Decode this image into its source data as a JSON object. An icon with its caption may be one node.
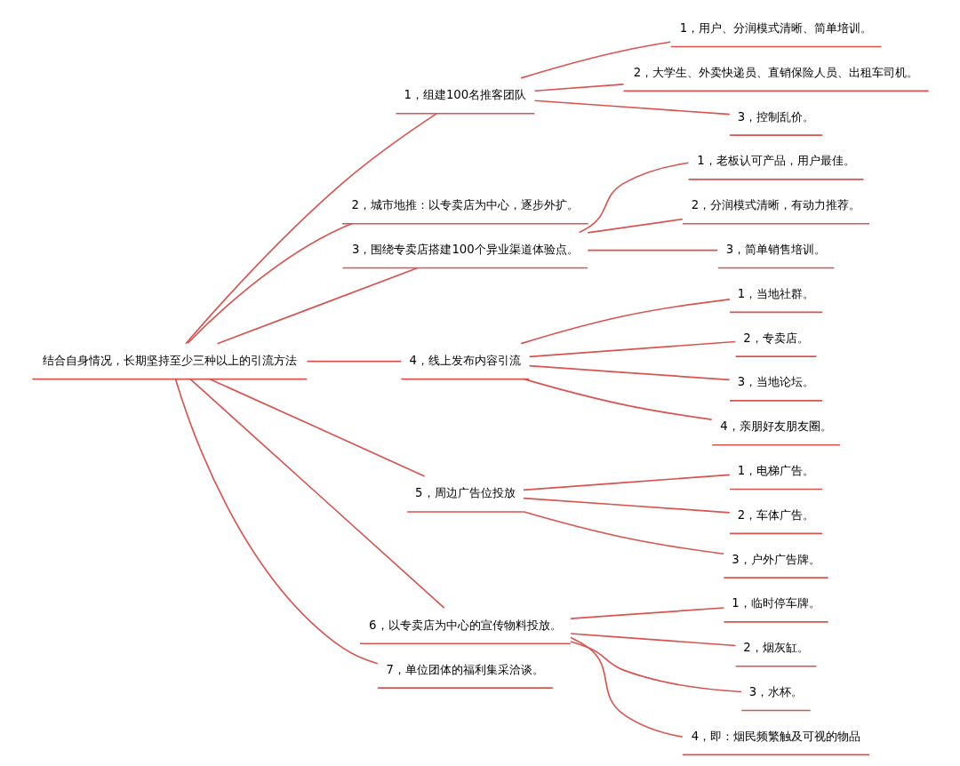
{
  "diagram": {
    "nodes": [
      {
        "text": [
          "结合自身情况，长期坚持至少三种以上的引流方法"
        ]
      },
      {
        "text": [
          "1，组建100名推客团队"
        ]
      },
      {
        "text": [
          "1，用户、分润模式清晰、简单培训。"
        ]
      },
      {
        "text": [
          "2，大学生、外卖快递员、直销保险人员、出租车司机。"
        ]
      },
      {
        "text": [
          "3，控制乱价。"
        ]
      },
      {
        "text": [
          "2，城市地推：以专卖店为中心，逐步外扩。"
        ]
      },
      {
        "text": [
          "3，围绕专卖店搭建100个异业渠道体验点。"
        ]
      },
      {
        "text": [
          "1，老板认可产品，用户最佳。"
        ]
      },
      {
        "text": [
          "2，分润模式清晰，有动力推荐。"
        ]
      },
      {
        "text": [
          "3，简单销售培训。"
        ]
      },
      {
        "text": [
          "4，线上发布内容引流"
        ]
      },
      {
        "text": [
          "1，当地社群。"
        ]
      },
      {
        "text": [
          "2，专卖店。"
        ]
      },
      {
        "text": [
          "3，当地论坛。"
        ]
      },
      {
        "text": [
          "4，亲朋好友朋友圈。"
        ]
      },
      {
        "text": [
          "5，周边广告位投放"
        ]
      },
      {
        "text": [
          "1，电梯广告。"
        ]
      },
      {
        "text": [
          "2，车体广告。"
        ]
      },
      {
        "text": [
          "3，户外广告牌。"
        ]
      },
      {
        "text": [
          "6，以专卖店为中心的宣传物料投放。"
        ]
      },
      {
        "text": [
          "1，临时停车牌。"
        ]
      },
      {
        "text": [
          "2，烟灰缸。"
        ]
      },
      {
        "text": [
          "3，水杯。"
        ]
      },
      {
        "text": [
          "4，即：烟民频繁触及可视的物品"
        ]
      },
      {
        "text": [
          "7，单位团体的福利集采洽谈。"
        ]
      }
    ],
    "edges": [
      {
        "from": 0,
        "to": 1,
        "arrow": "none"
      },
      {
        "from": 1,
        "to": 2,
        "arrow": "none"
      },
      {
        "from": 1,
        "to": 3,
        "arrow": "none"
      },
      {
        "from": 1,
        "to": 4,
        "arrow": "none"
      },
      {
        "from": 0,
        "to": 5,
        "arrow": "none"
      },
      {
        "from": 0,
        "to": 6,
        "arrow": "none"
      },
      {
        "from": 6,
        "to": 7,
        "arrow": "none"
      },
      {
        "from": 6,
        "to": 8,
        "arrow": "none"
      },
      {
        "from": 6,
        "to": 9,
        "arrow": "none"
      },
      {
        "from": 0,
        "to": 10,
        "arrow": "none"
      },
      {
        "from": 10,
        "to": 11,
        "arrow": "none"
      },
      {
        "from": 10,
        "to": 12,
        "arrow": "none"
      },
      {
        "from": 10,
        "to": 13,
        "arrow": "none"
      },
      {
        "from": 10,
        "to": 14,
        "arrow": "none"
      },
      {
        "from": 0,
        "to": 15,
        "arrow": "none"
      },
      {
        "from": 15,
        "to": 16,
        "arrow": "none"
      },
      {
        "from": 15,
        "to": 17,
        "arrow": "none"
      },
      {
        "from": 15,
        "to": 18,
        "arrow": "none"
      },
      {
        "from": 0,
        "to": 19,
        "arrow": "none"
      },
      {
        "from": 19,
        "to": 20,
        "arrow": "none"
      },
      {
        "from": 19,
        "to": 21,
        "arrow": "none"
      },
      {
        "from": 19,
        "to": 22,
        "arrow": "none"
      },
      {
        "from": 19,
        "to": 23,
        "arrow": "none"
      },
      {
        "from": 0,
        "to": 24,
        "arrow": "none"
      }
    ]
  }
}
